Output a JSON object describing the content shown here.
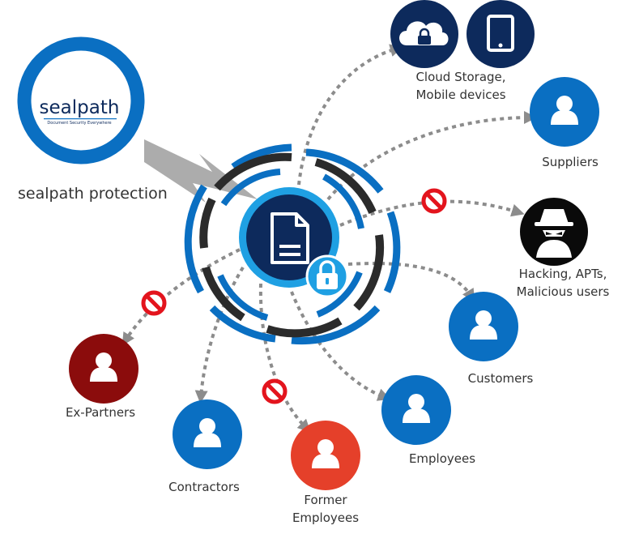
{
  "brand": {
    "logo_text": "sealpath",
    "logo_tagline": "Document Security Everywhere",
    "caption": "sealpath protection"
  },
  "nodes": {
    "cloud_storage": {
      "line1": "Cloud Storage,",
      "line2": "Mobile devices",
      "icons": [
        "cloud-lock-icon",
        "tablet-icon"
      ],
      "status": "allowed"
    },
    "suppliers": {
      "line1": "Suppliers",
      "icon": "user-icon",
      "status": "allowed"
    },
    "hacking": {
      "line1": "Hacking, APTs,",
      "line2": "Malicious users",
      "icon": "hacker-icon",
      "status": "blocked"
    },
    "customers": {
      "line1": "Customers",
      "icon": "user-icon",
      "status": "allowed"
    },
    "employees": {
      "line1": "Employees",
      "icon": "user-icon",
      "status": "allowed"
    },
    "former_employees": {
      "line1": "Former",
      "line2": "Employees",
      "icon": "user-icon",
      "status": "blocked"
    },
    "contractors": {
      "line1": "Contractors",
      "icon": "user-icon",
      "status": "allowed"
    },
    "ex_partners": {
      "line1": "Ex-Partners",
      "icon": "user-icon",
      "status": "blocked"
    }
  },
  "colors": {
    "blue": "#0a6fc2",
    "navy": "#0d2a5c",
    "light_blue": "#1fa0e3",
    "dark_ring": "#2b2b2b",
    "dark_red": "#8b0c0c",
    "orange_red": "#e5402a",
    "black": "#0a0a0a",
    "block_red": "#e3141d",
    "arrow_gray": "#8c8c8c"
  }
}
